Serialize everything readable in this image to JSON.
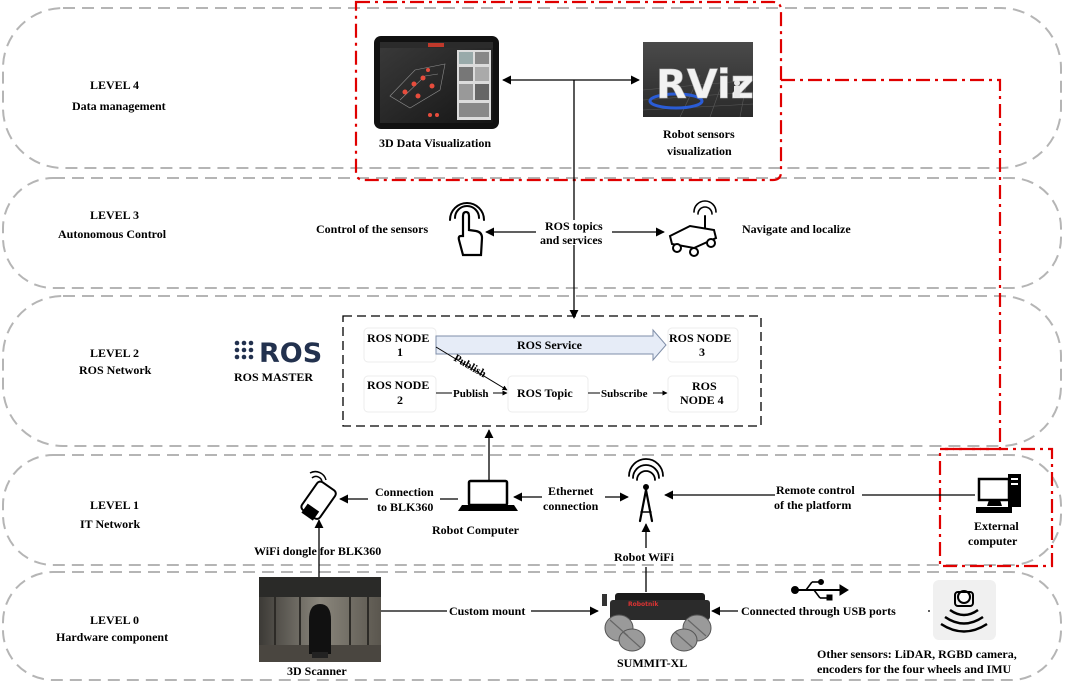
{
  "levels": [
    {
      "title": "LEVEL 4",
      "subtitle": "Data management"
    },
    {
      "title": "LEVEL 3",
      "subtitle": "Autonomous Control"
    },
    {
      "title": "LEVEL 2",
      "subtitle": "ROS Network"
    },
    {
      "title": "LEVEL 1",
      "subtitle": "IT Network"
    },
    {
      "title": "LEVEL 0",
      "subtitle": "Hardware component"
    }
  ],
  "level4": {
    "data_vis_label": "3D Data Visualization",
    "rviz_logo_text": "RViz",
    "rviz_label_line1": "Robot sensors",
    "rviz_label_line2": "visualization"
  },
  "level3": {
    "control_label": "Control of the sensors",
    "ros_topics_line1": "ROS topics",
    "ros_topics_line2": "and services",
    "navigate_label": "Navigate and localize"
  },
  "level2": {
    "ros_logo_text": "ROS",
    "ros_master_label": "ROS MASTER",
    "node1_line1": "ROS NODE",
    "node1_line2": "1",
    "node2_line1": "ROS NODE",
    "node2_line2": "2",
    "node3_line1": "ROS NODE",
    "node3_line2": "3",
    "node4_line1": "ROS",
    "node4_line2": "NODE 4",
    "service_label": "ROS Service",
    "topic_label": "ROS Topic",
    "publish_diag": "Publish",
    "publish_h": "Publish",
    "subscribe": "Subscribe"
  },
  "level1": {
    "conn_blk_line1": "Connection",
    "conn_blk_line2": "to BLK360",
    "robot_computer": "Robot Computer",
    "ethernet_line1": "Ethernet",
    "ethernet_line2": "connection",
    "remote_line1": "Remote control",
    "remote_line2": "of the platform",
    "external_line1": "External",
    "external_line2": "computer"
  },
  "level0": {
    "wifi_dongle": "WiFi dongle for BLK360",
    "robot_wifi": "Robot WiFi",
    "custom_mount": "Custom mount",
    "scanner": "3D Scanner",
    "summit": "SUMMIT-XL",
    "robot_brand": "Robotnik",
    "usb_label": "Connected through USB ports",
    "other_line1": "Other sensors: LiDAR,  RGBD camera,",
    "other_line2": "encoders for the four wheels and IMU"
  },
  "colors": {
    "dash_gray": "#b5b5b5",
    "red": "#e00000",
    "ros_blue": "#22314e",
    "arrow_fill": "#e6ecf7"
  }
}
